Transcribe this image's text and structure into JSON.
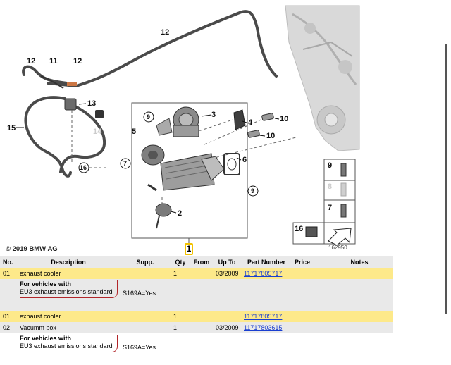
{
  "diagram": {
    "labels": {
      "l1": "1",
      "l2": "2",
      "l3": "3",
      "l4": "4",
      "l5": "5",
      "l6": "6",
      "l7": "7",
      "l8": "8",
      "l9": "9",
      "l10": "10",
      "l11": "11",
      "l12": "12",
      "l13": "13",
      "l14": "14",
      "l15": "15",
      "l16": "16"
    },
    "copyright": "© 2019 BMW AG",
    "figure_number": "162950"
  },
  "table": {
    "headers": [
      "No.",
      "Description",
      "Supp.",
      "Qty",
      "From",
      "Up To",
      "Part Number",
      "Price",
      "Notes"
    ],
    "rows": [
      {
        "no": "01",
        "desc": "exhaust cooler",
        "supp": "",
        "qty": "1",
        "from": "",
        "upto": "03/2009",
        "part": "11717805717",
        "price": "",
        "notes": ""
      },
      {
        "cond1": "For vehicles with",
        "cond2": "EU3 exhaust emissions standard",
        "supp": "S169A=Yes"
      },
      {
        "no": "01",
        "desc": "exhaust cooler",
        "supp": "",
        "qty": "1",
        "from": "",
        "upto": "",
        "part": "11717805717",
        "price": "",
        "notes": ""
      },
      {
        "no": "02",
        "desc": "Vacumm box",
        "supp": "",
        "qty": "1",
        "from": "",
        "upto": "03/2009",
        "part": "11717803615",
        "price": "",
        "notes": ""
      },
      {
        "cond1": "For vehicles with",
        "cond2": "EU3 exhaust emissions standard",
        "supp": "S169A=Yes"
      }
    ]
  },
  "colors": {
    "highlight_row": "#fde98a",
    "grey_row": "#e9e9e9",
    "link": "#1a3fd0",
    "callout_border": "#f2c200",
    "condition_border": "#b2262a"
  }
}
